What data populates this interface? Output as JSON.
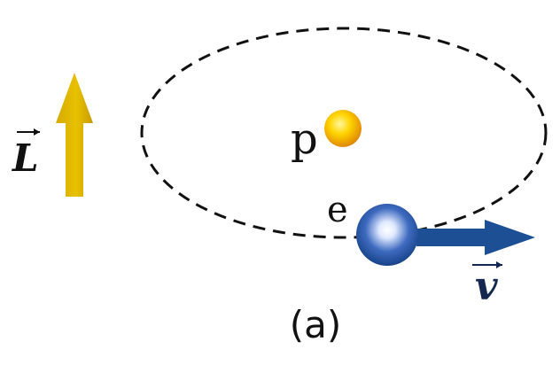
{
  "labels": {
    "angular_momentum": "L",
    "proton": "p",
    "electron": "e",
    "velocity": "v",
    "caption": "(a)"
  },
  "colors": {
    "orbit": "#111111",
    "angular_momentum_arrow": "#d9b300",
    "proton_core": "#fff25a",
    "proton_edge": "#e09500",
    "electron_core": "#ffffff",
    "electron_edge": "#17478f",
    "velocity_arrow": "#1d4f95",
    "text": "#111111",
    "velocity_text": "#14284f"
  },
  "icons": {
    "angular_momentum": "up-arrow-icon",
    "velocity": "right-arrow-icon",
    "vector_mark": "right-arrow-overline-icon"
  }
}
